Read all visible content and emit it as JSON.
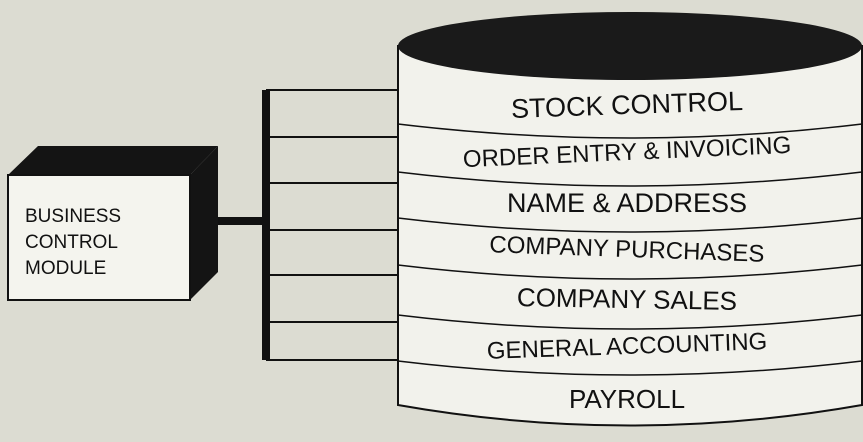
{
  "module": {
    "lines": [
      "BUSINESS",
      "CONTROL",
      "MODULE"
    ]
  },
  "database": {
    "sections": [
      "STOCK CONTROL",
      "ORDER ENTRY & INVOICING",
      "NAME & ADDRESS",
      "COMPANY PURCHASES",
      "COMPANY SALES",
      "GENERAL ACCOUNTING",
      "PAYROLL"
    ]
  },
  "colors": {
    "background": "#dcdcd2",
    "ink": "#111111",
    "cylinder_top": "#1a1a1a",
    "cylinder_body": "#f2f2ec",
    "box_face": "#f4f4ee",
    "box_shadow": "#141414"
  }
}
